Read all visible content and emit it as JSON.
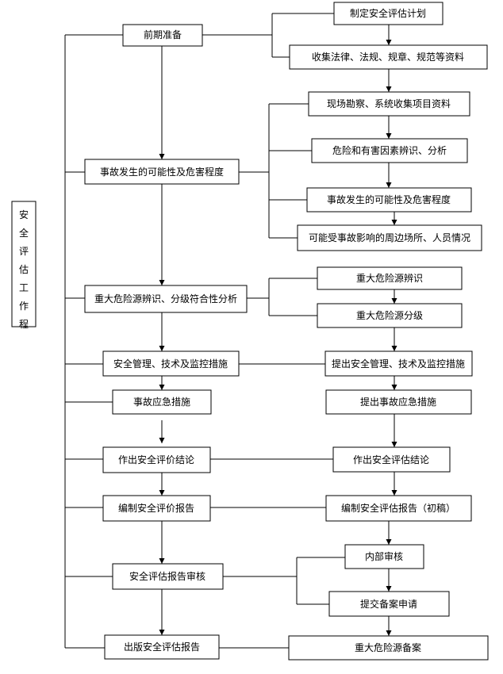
{
  "side_title": "安全评估工作程",
  "left_nodes": [
    {
      "id": "L1",
      "text": "前期准备"
    },
    {
      "id": "L2",
      "text": "事故发生的可能性及危害程度"
    },
    {
      "id": "L3",
      "text": "重大危险源辨识、分级符合性分析"
    },
    {
      "id": "L4",
      "text": "安全管理、技术及监控措施"
    },
    {
      "id": "L5",
      "text": "事故应急措施"
    },
    {
      "id": "L6",
      "text": "作出安全评价结论"
    },
    {
      "id": "L7",
      "text": "编制安全评价报告"
    },
    {
      "id": "L8",
      "text": "安全评估报告审核"
    },
    {
      "id": "L9",
      "text": "出版安全评估报告"
    }
  ],
  "right_nodes": [
    {
      "id": "R1",
      "text": "制定安全评估计划"
    },
    {
      "id": "R2",
      "text": "收集法律、法规、规章、规范等资料"
    },
    {
      "id": "R3",
      "text": "现场勘察、系统收集项目资料"
    },
    {
      "id": "R4",
      "text": "危险和有害因素辨识、分析"
    },
    {
      "id": "R5",
      "text": "事故发生的可能性及危害程度"
    },
    {
      "id": "R6",
      "text": "可能受事故影响的周边场所、人员情况"
    },
    {
      "id": "R7",
      "text": "重大危险源辨识"
    },
    {
      "id": "R8",
      "text": "重大危险源分级"
    },
    {
      "id": "R9",
      "text": "提出安全管理、技术及监控措施"
    },
    {
      "id": "R10",
      "text": "提出事故应急措施"
    },
    {
      "id": "R11",
      "text": "作出安全评估结论"
    },
    {
      "id": "R12",
      "text": "编制安全评估报告（初稿）"
    },
    {
      "id": "R13",
      "text": "内部审核"
    },
    {
      "id": "R14",
      "text": "提交备案申请"
    },
    {
      "id": "R15",
      "text": "重大危险源备案"
    }
  ]
}
